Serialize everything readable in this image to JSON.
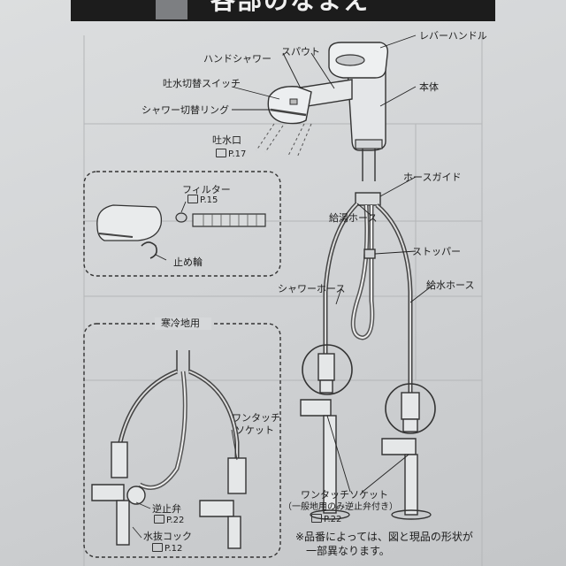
{
  "header": {
    "title": "各部のなまえ"
  },
  "labels": {
    "lever_handle": "レバーハンドル",
    "hand_shower": "ハンドシャワー",
    "spout": "スパウト",
    "body": "本体",
    "spout_switch": "吐水切替スイッチ",
    "shower_ring": "シャワー切替リング",
    "outlet": "吐水口",
    "outlet_ref": "P.17",
    "hose_guide": "ホースガイド",
    "hot_hose": "給湯ホース",
    "stopper": "ストッパー",
    "shower_hose": "シャワーホース",
    "cold_hose": "給水ホース",
    "one_touch_socket": "ワンタッチソケット",
    "one_touch_note": "（一般地用のみ逆止弁付き）",
    "one_touch_ref": "P.22"
  },
  "filter_box": {
    "filter": "フィルター",
    "filter_ref": "P.15",
    "clip": "止め輪"
  },
  "cold_region_box": {
    "title": "寒冷地用",
    "socket_line1": "ワンタッチ",
    "socket_line2": "ソケット",
    "check_valve": "逆止弁",
    "check_valve_ref": "P.22",
    "drain_cock": "水抜コック",
    "drain_cock_ref": "P.12"
  },
  "footer_note": {
    "line1": "※品番によっては、図と現品の形状が",
    "line2": "一部異なります。"
  }
}
